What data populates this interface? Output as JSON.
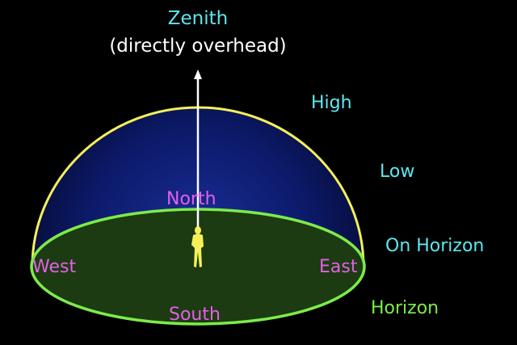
{
  "title": {
    "zenith": "Zenith",
    "subtitle": "(directly overhead)"
  },
  "altitude_labels": {
    "high": "High",
    "low": "Low",
    "on_horizon": "On Horizon",
    "horizon": "Horizon"
  },
  "directions": {
    "north": "North",
    "south": "South",
    "east": "East",
    "west": "West"
  },
  "colors": {
    "background": "#000000",
    "sky_dome_fill": "#0a1a6a",
    "dome_outline": "#f5f05a",
    "ground_fill": "#1c3b12",
    "horizon_outline": "#7cec4a",
    "direction_text": "#e65fe6",
    "altitude_text": "#5ee7f0",
    "observer": "#f5f05a",
    "arrow": "#ffffff"
  }
}
